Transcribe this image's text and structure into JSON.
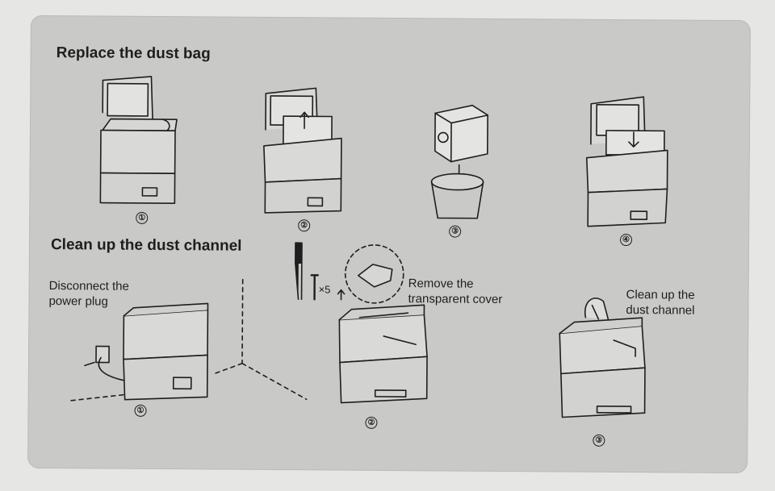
{
  "sections": {
    "replace_title": "Replace the dust bag",
    "clean_title": "Clean up the dust channel"
  },
  "replace_steps": [
    "①",
    "②",
    "③",
    "④"
  ],
  "clean_steps": [
    "①",
    "②",
    "③"
  ],
  "labels": {
    "disconnect_line1": "Disconnect the",
    "disconnect_line2": "power plug",
    "screw_count": "×5",
    "remove_line1": "Remove the",
    "remove_line2": "transparent cover",
    "cleanup_line1": "Clean up the",
    "cleanup_line2": "dust channel"
  },
  "colors": {
    "card": "#c9cac8",
    "ink": "#1e1e1e"
  }
}
